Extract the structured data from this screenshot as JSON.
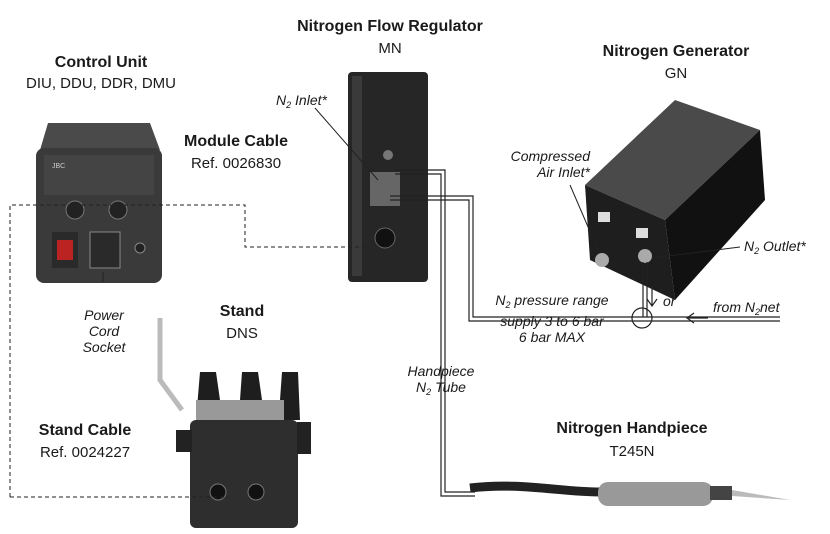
{
  "control_unit": {
    "title": "Control Unit",
    "models": "DIU, DDU, DDR, DMU",
    "power_label": [
      "Power",
      "Cord",
      "Socket"
    ]
  },
  "module_cable": {
    "title": "Module Cable",
    "ref": "Ref. 0026830"
  },
  "flow_regulator": {
    "title": "Nitrogen Flow Regulator",
    "model": "MN",
    "inlet": {
      "pre": "N",
      "sub": "2",
      "post": " Inlet*"
    }
  },
  "generator": {
    "title": "Nitrogen Generator",
    "model": "GN",
    "air_inlet": [
      "Compressed",
      "Air Inlet*"
    ],
    "outlet": {
      "pre": "N",
      "sub": "2",
      "post": " Outlet*"
    }
  },
  "pressure": {
    "line1_pre": "N",
    "line1_sub": "2",
    "line1_post": " pressure range",
    "line2": "supply 3 to 6 bar",
    "line3": "6 bar MAX"
  },
  "supply": {
    "or": "or",
    "from_pre": "from N",
    "from_sub": "2",
    "from_post": "net"
  },
  "stand": {
    "title": "Stand",
    "model": "DNS"
  },
  "stand_cable": {
    "title": "Stand Cable",
    "ref": "Ref. 0024227"
  },
  "tube": {
    "line1": "Handpiece",
    "line2_pre": "N",
    "line2_sub": "2",
    "line2_post": " Tube"
  },
  "handpiece": {
    "title": "Nitrogen Handpiece",
    "model": "T245N"
  }
}
